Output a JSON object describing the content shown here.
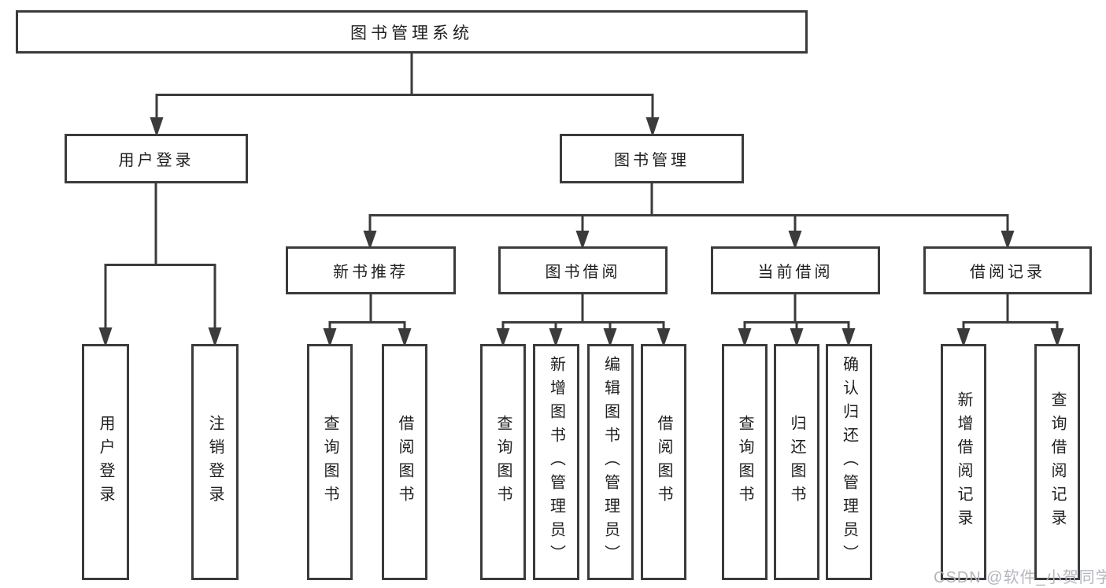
{
  "tree": {
    "root": {
      "label": "图书管理系统"
    },
    "branches": [
      {
        "label": "用户登录",
        "children": [
          {
            "label": "用户登录"
          },
          {
            "label": "注销登录"
          }
        ]
      },
      {
        "label": "图书管理",
        "children": [
          {
            "label": "新书推荐",
            "children": [
              {
                "label": "查询图书"
              },
              {
                "label": "借阅图书"
              }
            ]
          },
          {
            "label": "图书借阅",
            "children": [
              {
                "label": "查询图书"
              },
              {
                "label": "新增图书（管理员）"
              },
              {
                "label": "编辑图书（管理员）"
              },
              {
                "label": "借阅图书"
              }
            ]
          },
          {
            "label": "当前借阅",
            "children": [
              {
                "label": "查询图书"
              },
              {
                "label": "归还图书"
              },
              {
                "label": "确认归还（管理员）"
              }
            ]
          },
          {
            "label": "借阅记录",
            "children": [
              {
                "label": "新增借阅记录"
              },
              {
                "label": "查询借阅记录"
              }
            ]
          }
        ]
      }
    ]
  },
  "watermark": {
    "text": "CSDN @软件_小贺同学"
  },
  "colors": {
    "line": "#3b3b3b",
    "text": "#1f1f1f",
    "watermark": "#b3b7bd",
    "background": "#ffffff"
  }
}
